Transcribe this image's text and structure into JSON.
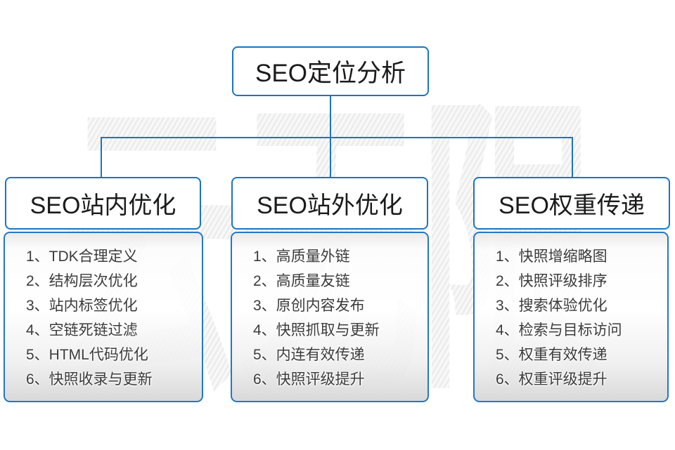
{
  "colors": {
    "accent_blue": "#1a75c2",
    "header_text": "#1b1b1b",
    "list_text": "#3b3b3b",
    "watermark_gray": "#ebebeb",
    "panel_gradient_bottom": "#d6d6d6"
  },
  "watermark": {
    "text": "云无限"
  },
  "diagram": {
    "root": {
      "title": "SEO定位分析"
    },
    "branches": [
      {
        "title": "SEO站内优化",
        "items": [
          "1、TDK合理定义",
          "2、结构层次优化",
          "3、站内标签优化",
          "4、空链死链过滤",
          "5、HTML代码优化",
          "6、快照收录与更新"
        ]
      },
      {
        "title": "SEO站外优化",
        "items": [
          "1、高质量外链",
          "2、高质量友链",
          "3、原创内容发布",
          "4、快照抓取与更新",
          "5、内连有效传递",
          "6、快照评级提升"
        ]
      },
      {
        "title": "SEO权重传递",
        "items": [
          "1、快照增缩略图",
          "2、快照评级排序",
          "3、搜索体验优化",
          "4、检索与目标访问",
          "5、权重有效传递",
          "6、权重评级提升"
        ]
      }
    ]
  }
}
